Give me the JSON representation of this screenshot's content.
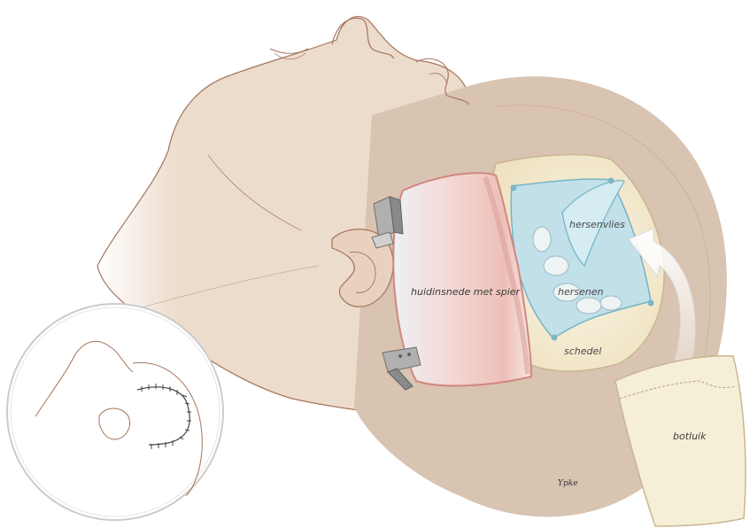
{
  "labels": {
    "skin_flap": "huidinsnede met spier",
    "dura": "hersenvlies",
    "brain": "hersenen",
    "skull": "schedel",
    "bone_flap": "botluik"
  },
  "signature": "Ypke",
  "colors": {
    "skin": "#ecdccb",
    "skin_shadow": "#d9c3b1",
    "outline": "#a3745c",
    "flap_inner": "#f1d4cf",
    "flap_edge": "#d0877f",
    "dura_blue": "#bfe0ea",
    "dura_edge": "#6fb2c4",
    "bone": "#f3ead2",
    "bone_edge": "#c9b690",
    "clip": "#9a9a9a"
  }
}
